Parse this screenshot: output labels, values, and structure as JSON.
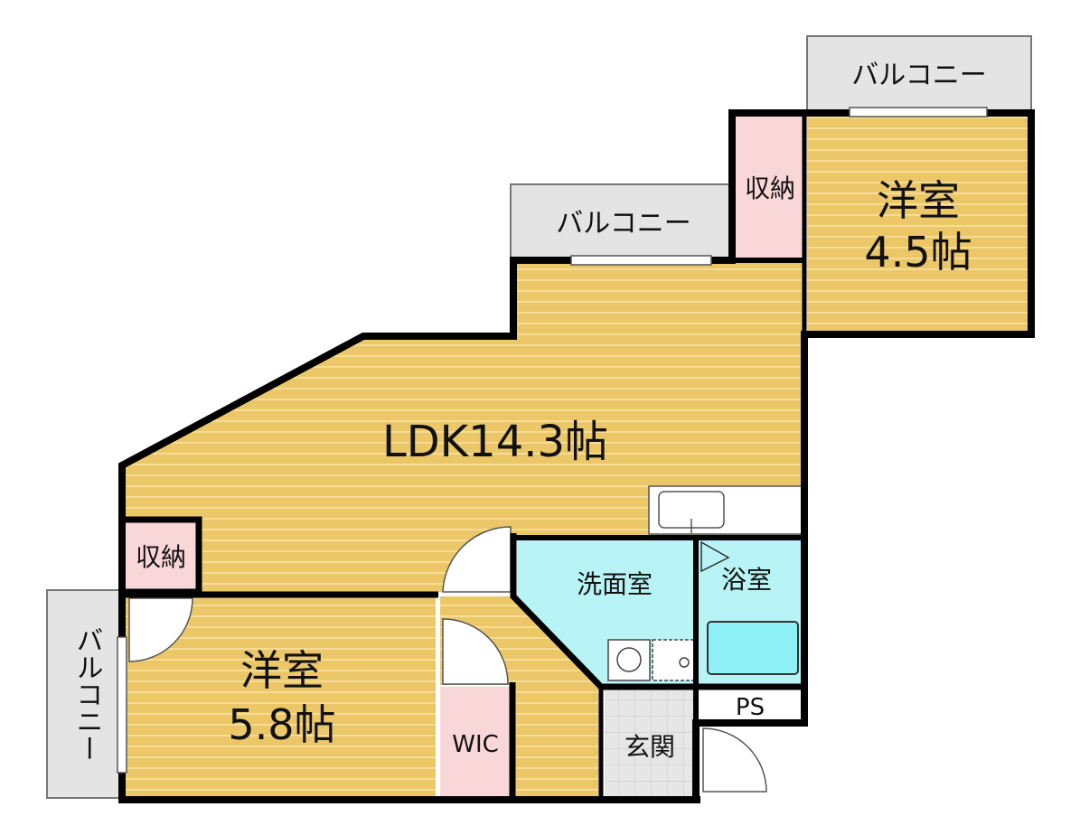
{
  "colors": {
    "floor_wood": "#ecc768",
    "floor_stripe": "#f5dc97",
    "storage": "#f9d6d8",
    "wet_area": "#b8f3f6",
    "bathtub": "#8ff1f8",
    "balcony": "#e4e4e4",
    "entrance_tile": "#e6e6e6",
    "wall": "#000000"
  },
  "rooms": {
    "ldk": "LDK14.3帖",
    "western_upper_name": "洋室",
    "western_upper_size": "4.5帖",
    "western_lower_name": "洋室",
    "western_lower_size": "5.8帖",
    "storage_upper": "収納",
    "storage_left": "収納",
    "washroom": "洗面室",
    "bathroom": "浴室",
    "walk_in_closet": "WIC",
    "entrance": "玄関",
    "pipe_space": "PS"
  },
  "balconies": {
    "top_right": "バルコニー",
    "top_middle": "バルコニー",
    "left": "バルコニー"
  }
}
